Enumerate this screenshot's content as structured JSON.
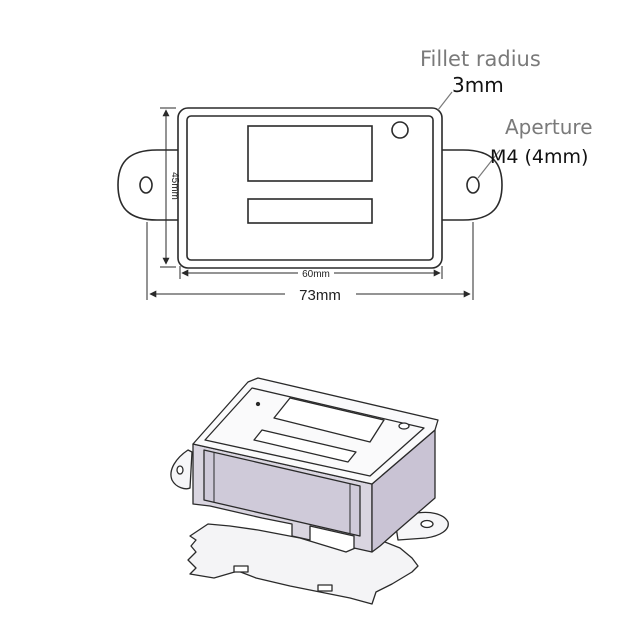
{
  "annotations": {
    "fillet_label": "Fillet radius",
    "fillet_value": "3mm",
    "aperture_label": "Aperture",
    "aperture_value": "M4 (4mm)"
  },
  "dimensions": {
    "height": "45mm",
    "inner_width": "60mm",
    "outer_width": "73mm"
  },
  "colors": {
    "line": "#2a2a2a",
    "annotation_gray": "#7a7a7a",
    "side_panel": "#c9c3d4"
  }
}
